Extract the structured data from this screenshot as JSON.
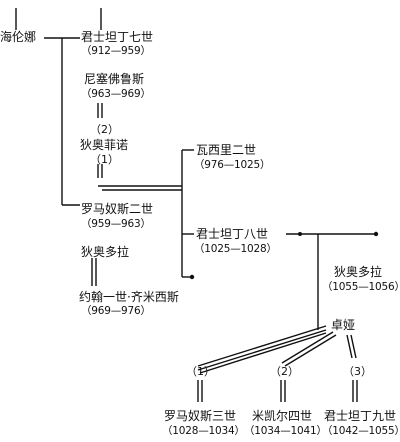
{
  "persons": {
    "helena": {
      "name": "海伦娜"
    },
    "constantine7": {
      "name": "君士坦丁七世",
      "years": "（912—959）"
    },
    "nikephoros": {
      "name": "尼塞佛鲁斯",
      "years": "（963—969）"
    },
    "theophano": {
      "name": "狄奥菲诺"
    },
    "romanos2": {
      "name": "罗马奴斯二世",
      "years": "（959—963）"
    },
    "theodora_a": {
      "name": "狄奥多拉"
    },
    "john1": {
      "name": "约翰一世·齐米西斯",
      "years": "（969—976）"
    },
    "basil2": {
      "name": "瓦西里二世",
      "years": "（976—1025）"
    },
    "constantine8": {
      "name": "君士坦丁八世",
      "years": "（1025—1028）"
    },
    "theodora_b": {
      "name": "狄奥多拉",
      "years": "（1055—1056）"
    },
    "zoe": {
      "name": "卓娅"
    },
    "romanos3": {
      "name": "罗马奴斯三世",
      "years": "（1028—1034）"
    },
    "michael4": {
      "name": "米凯尔四世",
      "years": "（1034—1041）"
    },
    "constantine9": {
      "name": "君士坦丁九世",
      "years": "（1042—1055）"
    }
  },
  "marriage_orders": {
    "theophano_2": "（2）",
    "theophano_1": "（1）",
    "zoe_1": "（1）",
    "zoe_2": "（2）",
    "zoe_3": "（3）"
  }
}
